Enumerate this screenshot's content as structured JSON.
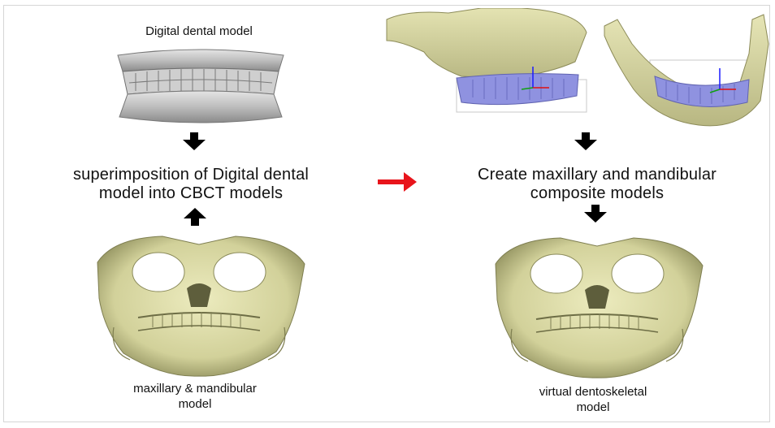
{
  "labels": {
    "digital_dental_model": "Digital dental model",
    "superimposition_line1": "superimposition of Digital dental",
    "superimposition_line2": "model into CBCT models",
    "create_line1": "Create maxillary and mandibular",
    "create_line2": "composite models",
    "maxillary_mandibular_line1": "maxillary & mandibular",
    "maxillary_mandibular_line2": "model",
    "virtual_line1": "virtual dentoskeletal",
    "virtual_line2": "model"
  },
  "colors": {
    "bone": "#d8d7a2",
    "bone_shadow": "#8f8f5c",
    "dental_model": "#c9c9c9",
    "dental_shadow": "#7d7d7d",
    "teeth_overlay": "#8f92e0",
    "arrow_black": "#000000",
    "arrow_red": "#e8141b"
  },
  "icons": {
    "arrow_down": "arrow-down-icon",
    "arrow_up": "arrow-up-icon",
    "arrow_right": "arrow-right-icon"
  }
}
